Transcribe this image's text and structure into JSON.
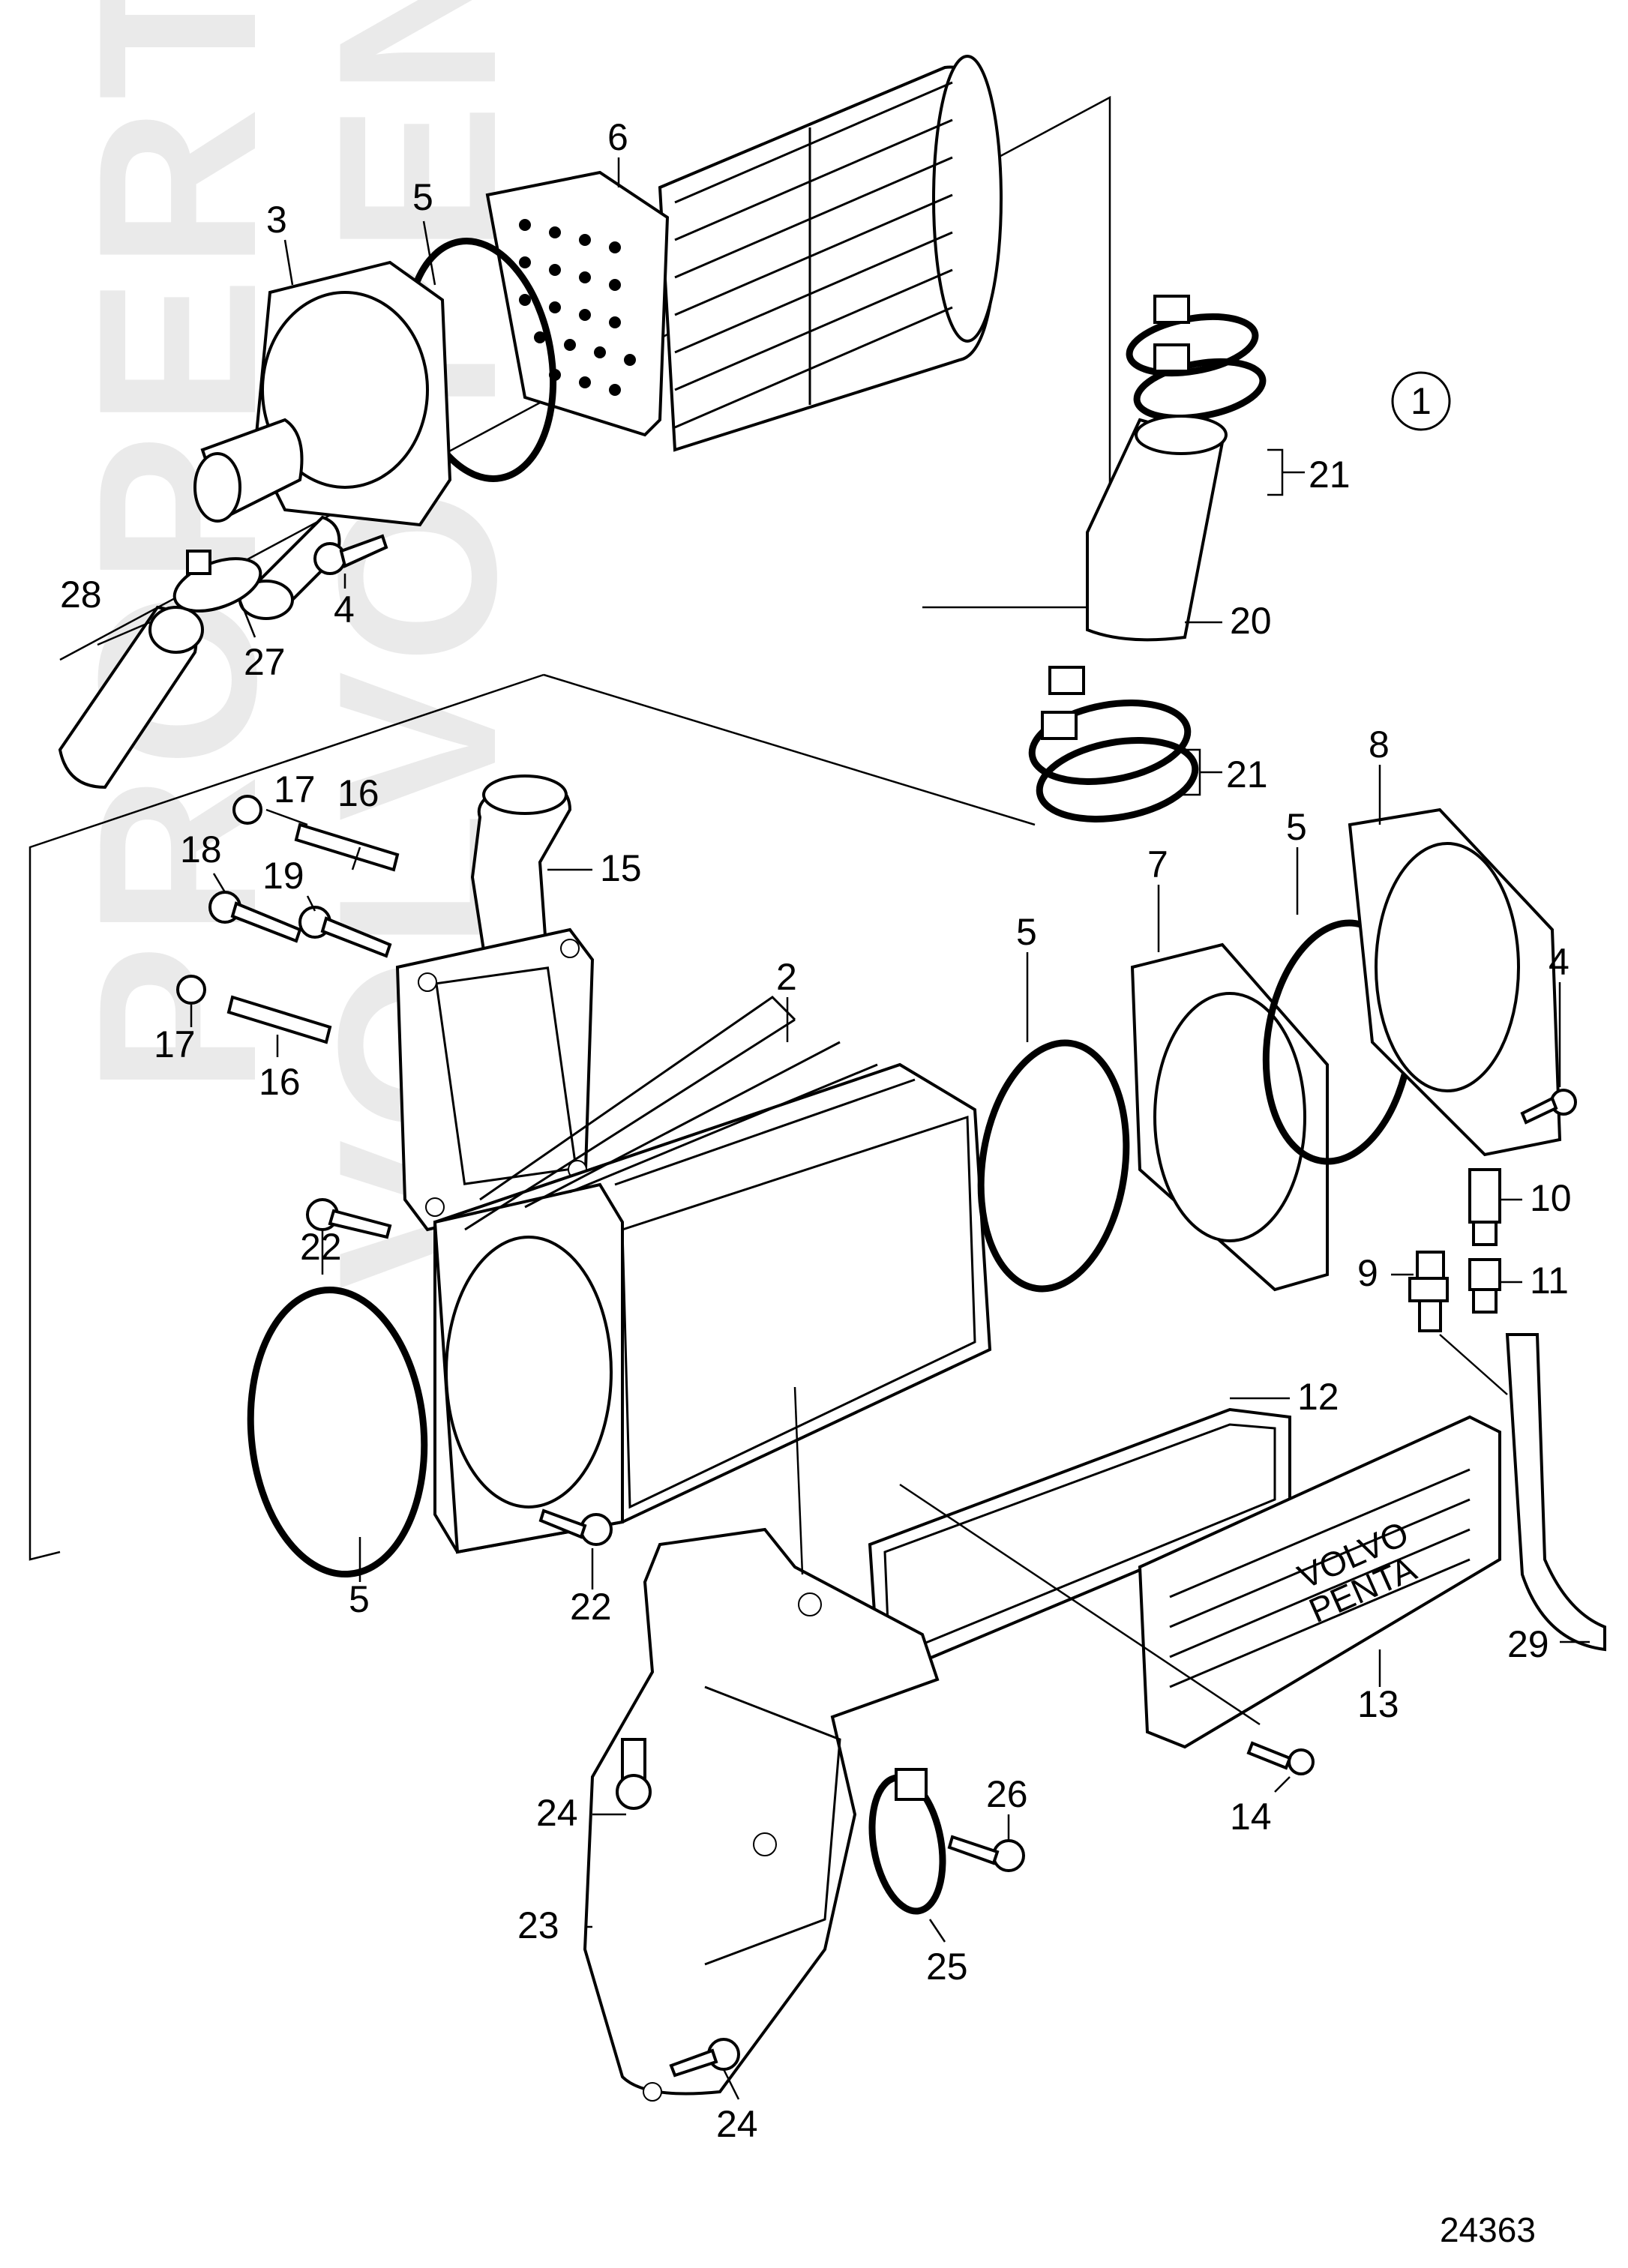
{
  "watermark": {
    "line1": "PROPERTY OF",
    "line2": "VOLVO PENTA"
  },
  "cover_logo": {
    "line1": "VOLVO",
    "line2": "PENTA"
  },
  "reference_number": "24363",
  "assembly_callout": "1",
  "labels": {
    "l3": "3",
    "l5a": "5",
    "l6": "6",
    "l4a": "4",
    "l28": "28",
    "l27": "27",
    "l21a": "21",
    "l20": "20",
    "l21b": "21",
    "l17a": "17",
    "l16a": "16",
    "l18": "18",
    "l19": "19",
    "l15": "15",
    "l17b": "17",
    "l16b": "16",
    "l2": "2",
    "l5b": "5",
    "l7": "7",
    "l5c": "5",
    "l8": "8",
    "l4b": "4",
    "l10": "10",
    "l9": "9",
    "l11": "11",
    "l22a": "22",
    "l12": "12",
    "l5d": "5",
    "l22b": "22",
    "l29": "29",
    "l13": "13",
    "l14": "14",
    "l24a": "24",
    "l26": "26",
    "l23": "23",
    "l25": "25",
    "l24b": "24"
  }
}
